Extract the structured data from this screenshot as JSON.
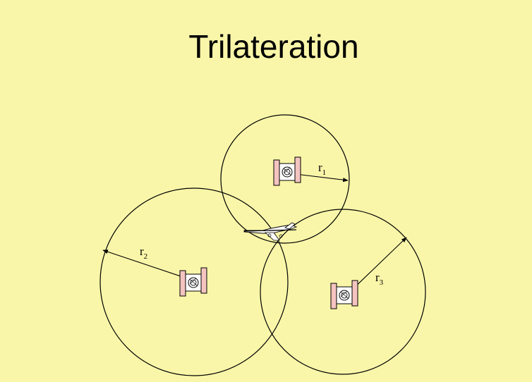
{
  "slide": {
    "title": "Trilateration",
    "background_color": "#faf6a9",
    "satellite_panel_color": "#f4c4c0"
  },
  "satellites": [
    {
      "name": "satellite-1",
      "radius_label": "r",
      "radius_subscript": "1",
      "icon": "satellite-icon"
    },
    {
      "name": "satellite-2",
      "radius_label": "r",
      "radius_subscript": "2",
      "icon": "satellite-icon"
    },
    {
      "name": "satellite-3",
      "radius_label": "r",
      "radius_subscript": "3",
      "icon": "satellite-icon"
    }
  ],
  "receiver": {
    "icon": "airplane-icon"
  }
}
